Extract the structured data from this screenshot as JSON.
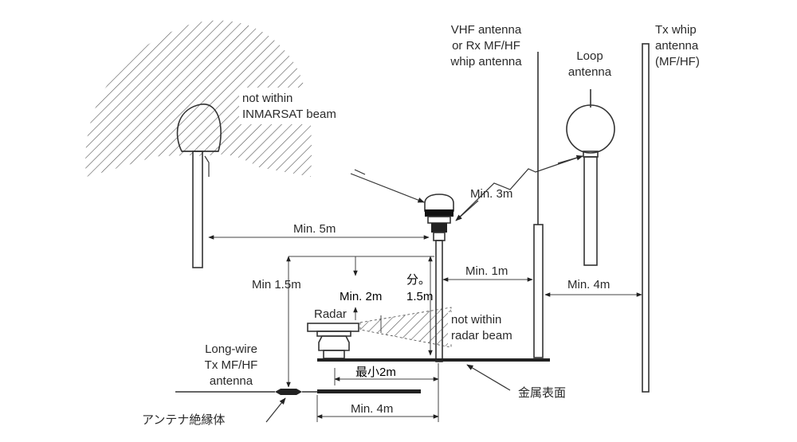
{
  "labels": {
    "vhf": [
      "VHF antenna",
      "or Rx MF/HF",
      "whip antenna"
    ],
    "loop": [
      "Loop",
      "antenna"
    ],
    "txwhip": [
      "Tx whip",
      "antenna",
      "(MF/HF)"
    ],
    "inmarsat": [
      "not within",
      "INMARSAT beam"
    ],
    "radar_beam": [
      "not within",
      "radar beam"
    ],
    "radar": "Radar",
    "longwire": [
      "Long-wire",
      "Tx MF/HF",
      "antenna"
    ],
    "insulator": "アンテナ絶縁体",
    "metal": "金属表面"
  },
  "dims": {
    "min5": "Min. 5m",
    "min3": "Min. 3m",
    "min1": "Min. 1m",
    "min4_right": "Min. 4m",
    "min15_left": "Min 1.5m",
    "min2": "Min. 2m",
    "bun": "分。",
    "v15": "1.5m",
    "saisho2": "最小2m",
    "min4_bottom": "Min. 4m"
  }
}
